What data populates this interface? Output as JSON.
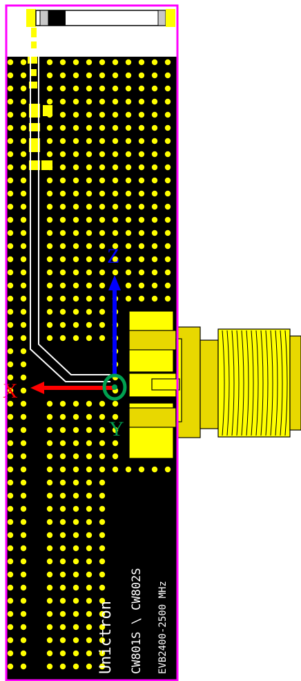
{
  "board": {
    "labels": {
      "brand": "Unictron",
      "models": "CW801S \\ CW802S",
      "eval_board": "EVB2400-2500 MHz"
    }
  },
  "axes": {
    "x": {
      "label": "X",
      "color": "#ff0000"
    },
    "y": {
      "label": "Y",
      "color": "#00a050"
    },
    "z": {
      "label": "Z",
      "color": "#0000ff"
    }
  },
  "colors": {
    "substrate": "#000000",
    "copper": "#ffff00",
    "connector": "#e8d800",
    "outline": "#ff00ff",
    "trace": "#ffffff"
  }
}
